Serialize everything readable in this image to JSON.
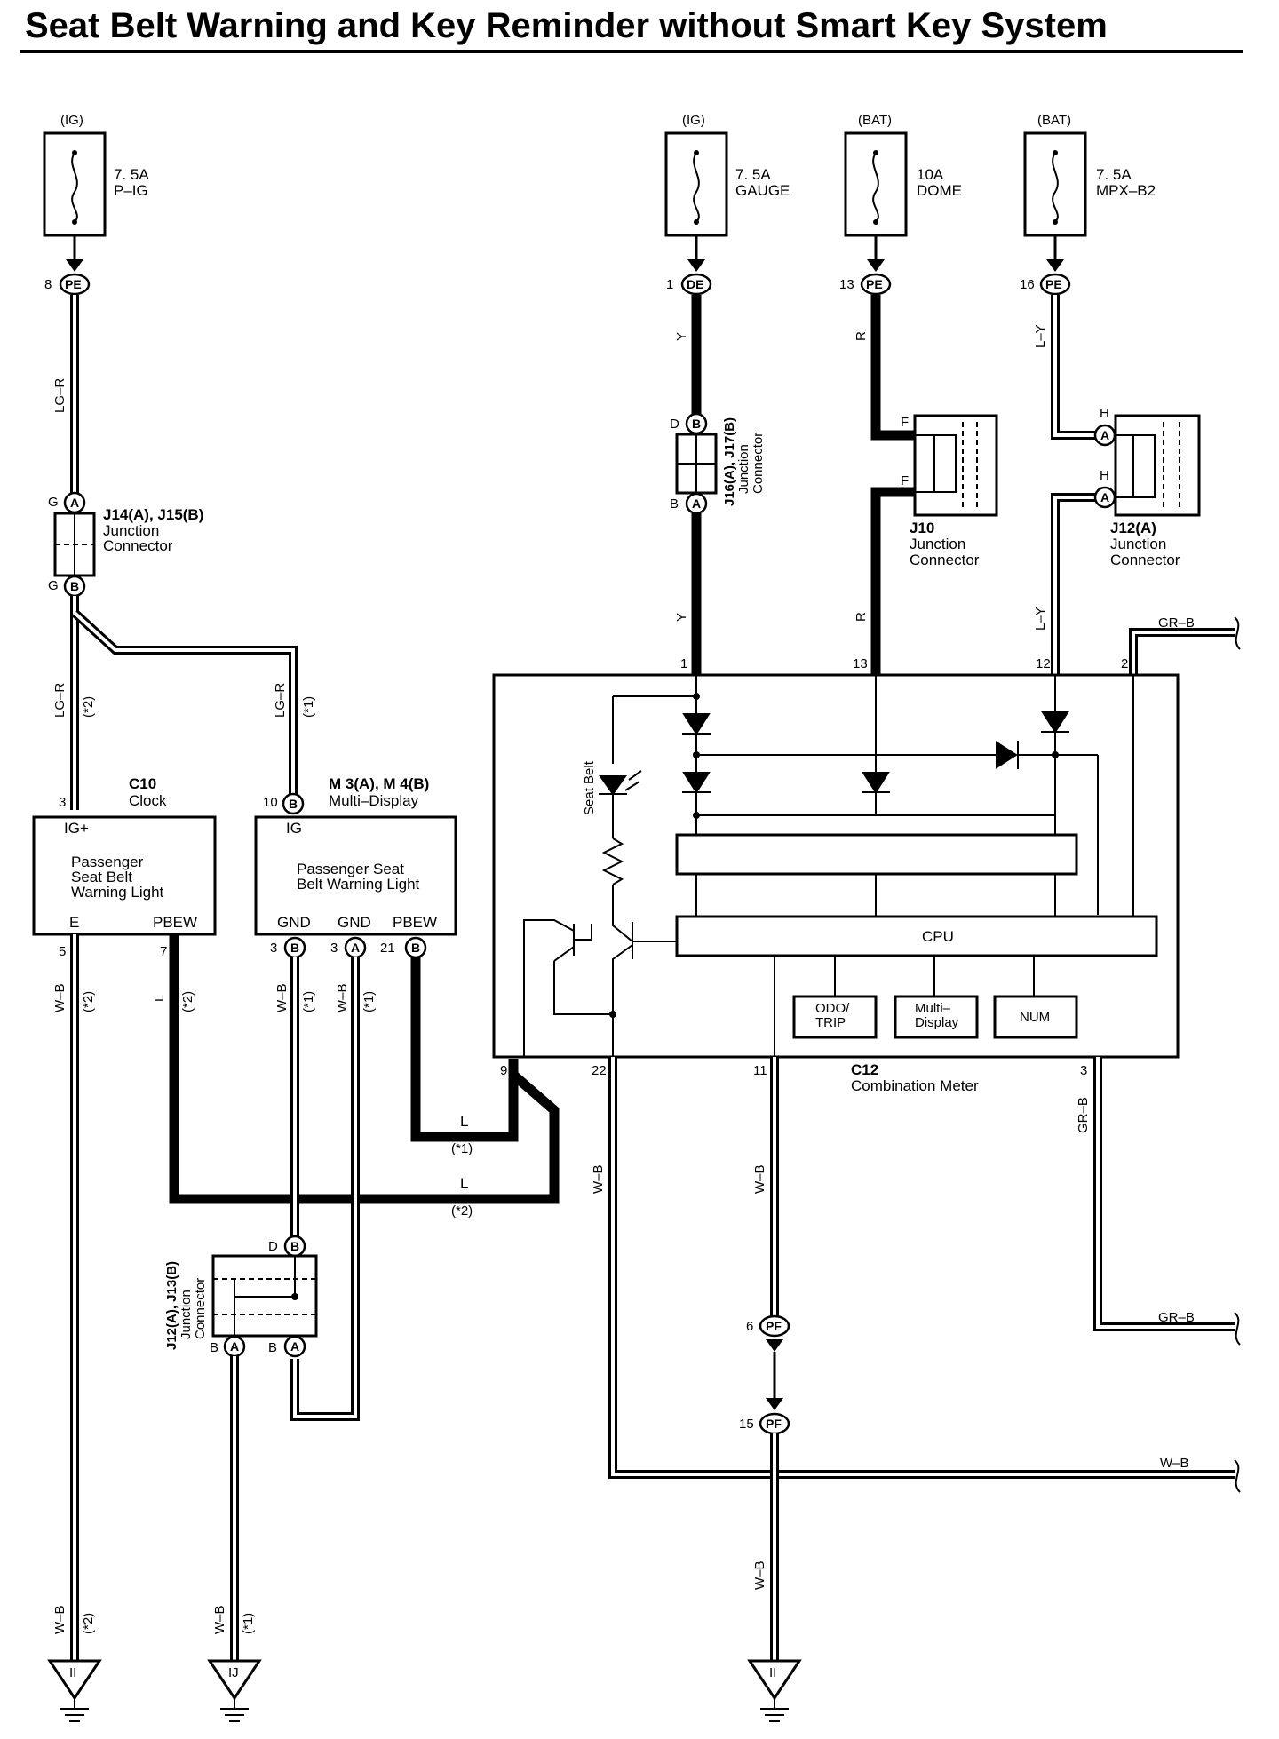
{
  "title": "Seat Belt Warning and Key Reminder without Smart Key System",
  "fuses": [
    {
      "source": "(IG)",
      "amp": "7. 5A",
      "name": "P–IG",
      "pin": "8",
      "conn": "PE"
    },
    {
      "source": "(IG)",
      "amp": "7. 5A",
      "name": "GAUGE",
      "pin": "1",
      "conn": "DE"
    },
    {
      "source": "(BAT)",
      "amp": "10A",
      "name": "DOME",
      "pin": "13",
      "conn": "PE"
    },
    {
      "source": "(BAT)",
      "amp": "7. 5A",
      "name": "MPX–B2",
      "pin": "16",
      "conn": "PE"
    }
  ],
  "wire_colors": {
    "lgr": "LG–R",
    "y": "Y",
    "r": "R",
    "ly": "L–Y",
    "grb": "GR–B",
    "wb": "W–B",
    "l": "L"
  },
  "notes": {
    "n1": "(*1)",
    "n2": "(*2)"
  },
  "connectors": {
    "j14": {
      "title": "J14(A), J15(B)",
      "line1": "Junction",
      "line2": "Connector",
      "pin_top": "G",
      "pin_bottom": "G",
      "c_top": "A",
      "c_bottom": "B"
    },
    "j16": {
      "title": "J16(A), J17(B)",
      "line1": "Junction",
      "line2": "Connector",
      "pin_top": "D",
      "pin_bottom": "B",
      "c_top": "B",
      "c_bottom": "A"
    },
    "j10": {
      "title": "J10",
      "line1": "Junction",
      "line2": "Connector",
      "pin_top": "F",
      "pin_bottom": "F"
    },
    "j12a": {
      "title": "J12(A)",
      "line1": "Junction",
      "line2": "Connector",
      "pin_top": "H",
      "pin_bottom": "H",
      "c_top": "A",
      "c_bottom": "A"
    },
    "j12b": {
      "title": "J12(A), J13(B)",
      "line1": "Junction",
      "line2": "Connector",
      "pin_d": "D",
      "pin_b1": "B",
      "pin_b2": "B",
      "c_d": "B",
      "c_a1": "A",
      "c_a2": "A"
    }
  },
  "clock": {
    "code": "C10",
    "name": "Clock",
    "pin_in": "3",
    "term_in": "IG+",
    "line1": "Passenger",
    "line2": "Seat Belt",
    "line3": "Warning Light",
    "term_e": "E",
    "term_pbew": "PBEW",
    "pin_e": "5",
    "pin_pbew": "7"
  },
  "multi": {
    "code": "M 3(A), M 4(B)",
    "name": "Multi–Display",
    "pin_in": "10",
    "c_in": "B",
    "term_in": "IG",
    "line1": "Passenger Seat",
    "line2": "Belt Warning Light",
    "term_gnd1": "GND",
    "term_gnd2": "GND",
    "term_pbew": "PBEW",
    "pin_gnd1": "3",
    "pin_gnd2": "3",
    "pin_pbew": "21",
    "c_gnd1": "B",
    "c_gnd2": "A",
    "c_pbew": "B"
  },
  "meter": {
    "code": "C12",
    "name": "Combination Meter",
    "pins_top": [
      "1",
      "13",
      "12",
      "2"
    ],
    "pins_bottom": [
      "9",
      "22",
      "11",
      "3"
    ],
    "seat_belt": "Seat Belt",
    "cpu": "CPU",
    "odo1": "ODO/",
    "odo2": "TRIP",
    "md1": "Multi–",
    "md2": "Display",
    "num": "NUM"
  },
  "pf": {
    "pin1": "6",
    "pin2": "15",
    "conn": "PF"
  },
  "grounds": [
    {
      "name": "II"
    },
    {
      "name": "IJ"
    },
    {
      "name": "II"
    }
  ]
}
